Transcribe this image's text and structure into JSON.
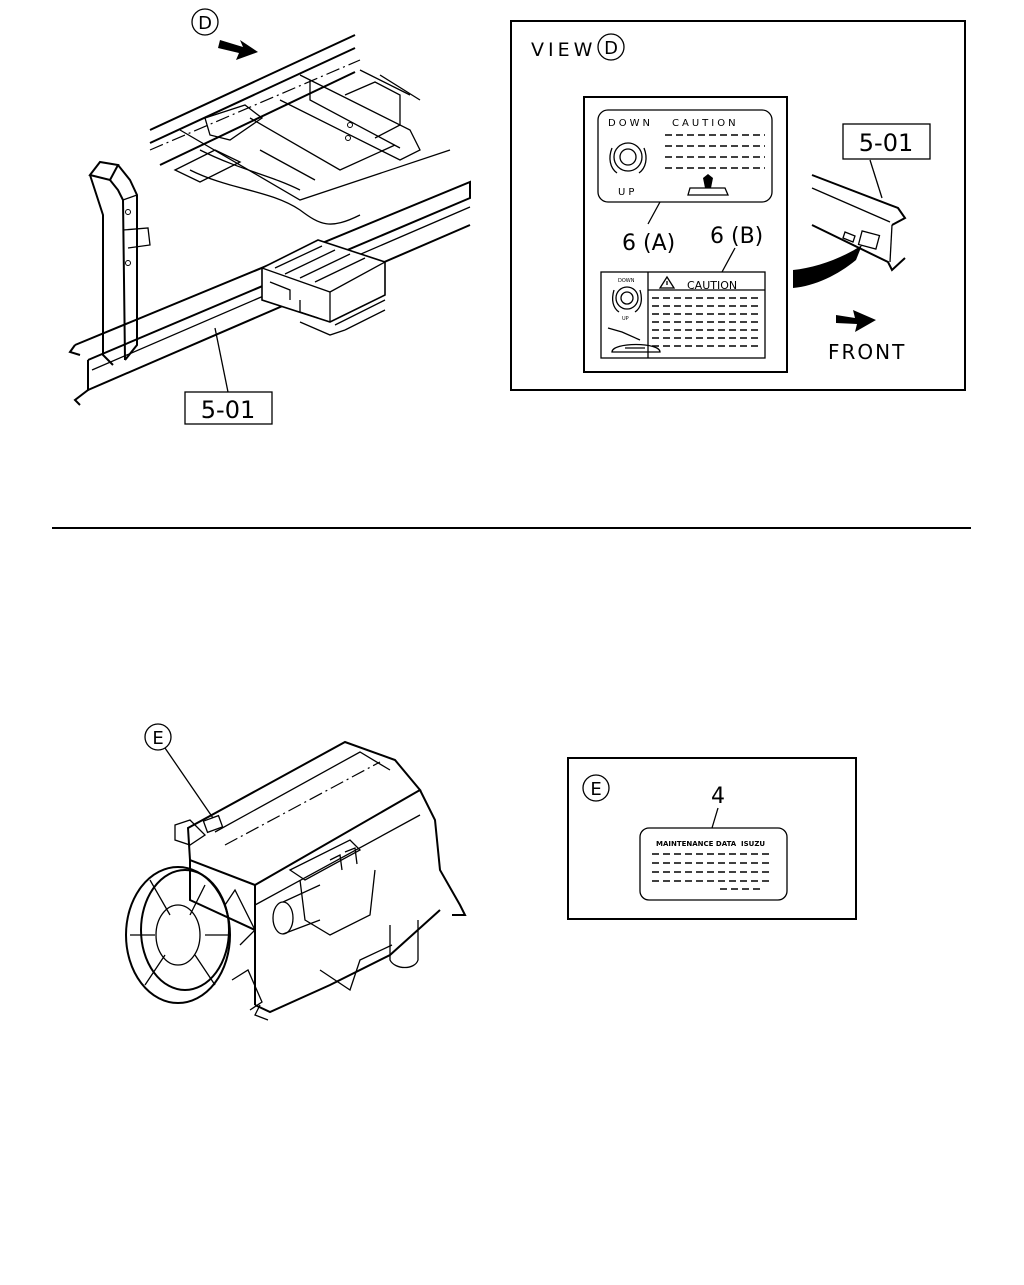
{
  "top_left": {
    "view_marker": "D",
    "part_ref": "5-01"
  },
  "view_d": {
    "title": "VIEW",
    "marker": "D",
    "part_ref": "5-01",
    "front_label": "FRONT",
    "label_a": {
      "callout": "6 (A)",
      "heading_down": "DOWN",
      "heading_caution": "CAUTION",
      "up": "UP"
    },
    "label_b": {
      "callout": "6 (B)",
      "caution": "CAUTION",
      "down": "DOWN",
      "up": "UP"
    }
  },
  "bottom_left": {
    "marker": "E"
  },
  "view_e": {
    "marker": "E",
    "callout": "4",
    "plate_title": "MAINTENANCE DATA",
    "plate_brand": "ISUZU"
  },
  "icons": {
    "view_arrow": "arrow-right-icon",
    "front_arrow": "arrow-right-icon",
    "warning": "warning-triangle-icon"
  }
}
